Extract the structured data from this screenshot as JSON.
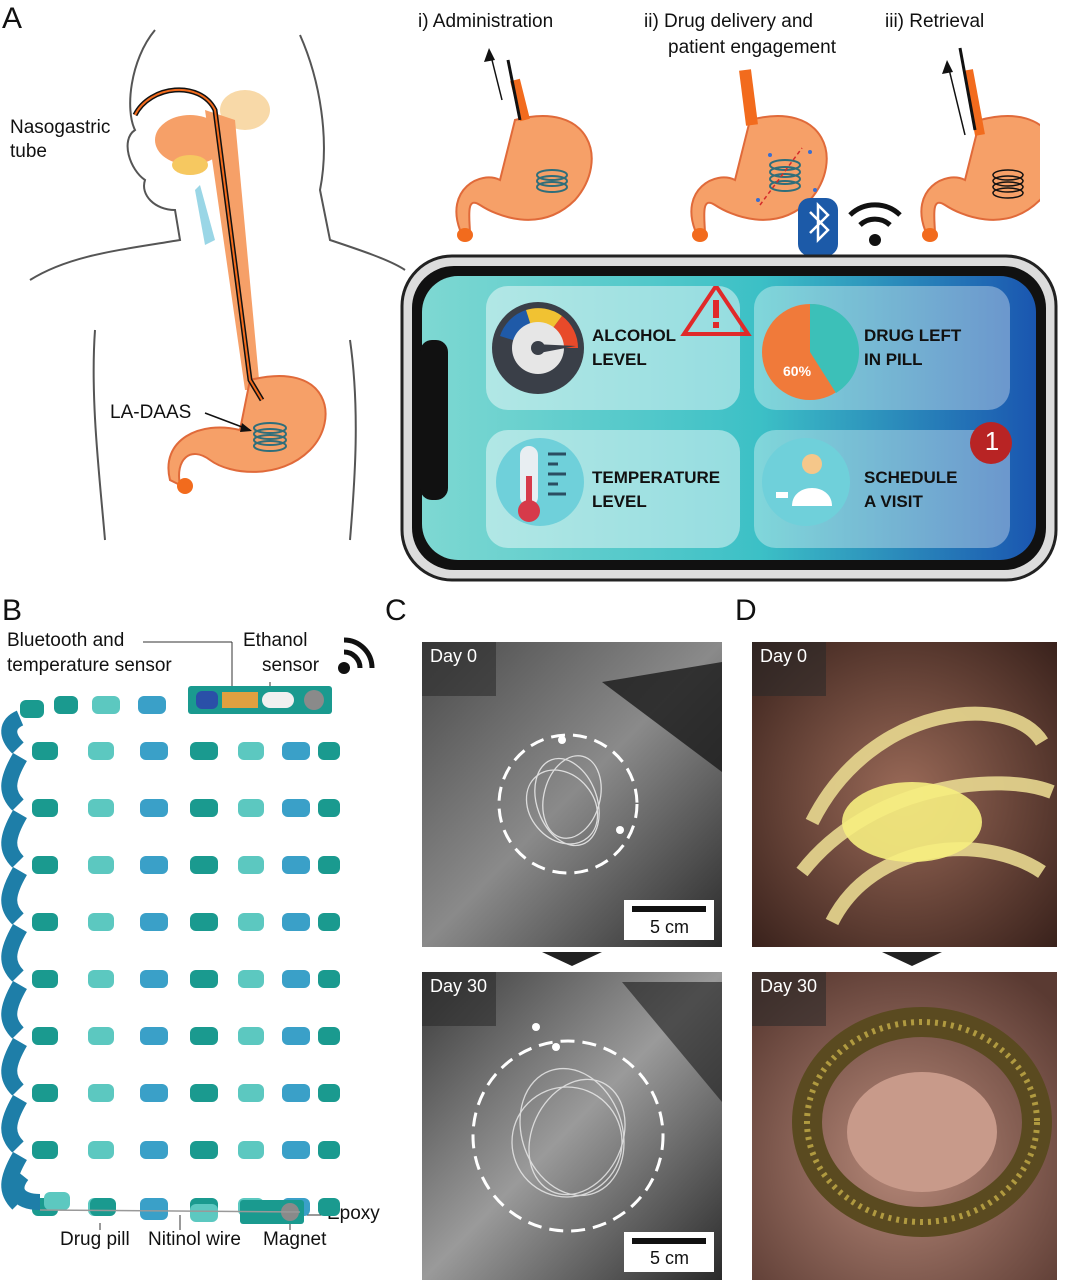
{
  "panels": {
    "a": "A",
    "b": "B",
    "c": "C",
    "d": "D"
  },
  "panel_a": {
    "nasogastric_label": "Nasogastric\ntube",
    "device_label": "LA-DAAS",
    "step1": "i) Administration",
    "step2_line1": "ii) Drug delivery and",
    "step2_line2": "patient engagement",
    "step3": "iii) Retrieval",
    "app": {
      "tile1": "ALCOHOL\nLEVEL",
      "tile2": "DRUG LEFT\nIN PILL",
      "tile2_percent": "60%",
      "tile3": "TEMPERATURE\nLEVEL",
      "tile4": "SCHEDULE\nA VISIT",
      "notification_count": "1"
    }
  },
  "panel_b": {
    "bt_label_1": "Bluetooth and",
    "bt_label_2": "temperature sensor",
    "ethanol_label_1": "Ethanol",
    "ethanol_label_2": "sensor",
    "epoxy": "Epoxy",
    "drug_pill": "Drug pill",
    "nitinol": "Nitinol wire",
    "magnet": "Magnet"
  },
  "panel_c": {
    "day0": "Day 0",
    "day30": "Day 30",
    "scale": "5 cm"
  },
  "panel_d": {
    "day0": "Day 0",
    "day30": "Day 30"
  },
  "colors": {
    "stomach": "#f6a068",
    "tube": "#f26b1d",
    "coil": "#2f6e7a",
    "screen_teal": "#4cc8c2",
    "screen_blue": "#1c62b8",
    "bluetooth": "#1c5aa8",
    "alert_red": "#e02a2a",
    "pill_teal": "#1a9a8f",
    "pill_blue": "#3aa0c8"
  }
}
